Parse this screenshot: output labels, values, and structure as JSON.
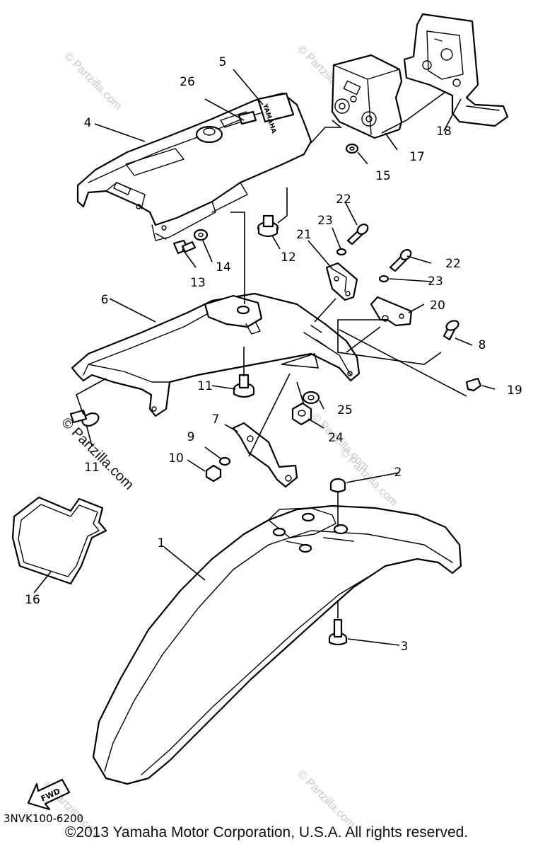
{
  "diagram_code": "3NVK100-6200",
  "copyright": "©2013 Yamaha Motor Corporation, U.S.A. All rights reserved.",
  "watermark": "© Partzilla.com",
  "fwd_label": "FWD",
  "brand_plate_text": "YAMAHA",
  "callouts": {
    "c1": "1",
    "c2": "2",
    "c3": "3",
    "c4": "4",
    "c5": "5",
    "c6": "6",
    "c7": "7",
    "c8": "8",
    "c9": "9",
    "c10": "10",
    "c11a": "11",
    "c11b": "11",
    "c12": "12",
    "c13": "13",
    "c14": "14",
    "c15": "15",
    "c16": "16",
    "c17": "17",
    "c18": "18",
    "c19": "19",
    "c20": "20",
    "c21": "21",
    "c22a": "22",
    "c22b": "22",
    "c23a": "23",
    "c23b": "23",
    "c24": "24",
    "c25": "25",
    "c26": "26"
  }
}
